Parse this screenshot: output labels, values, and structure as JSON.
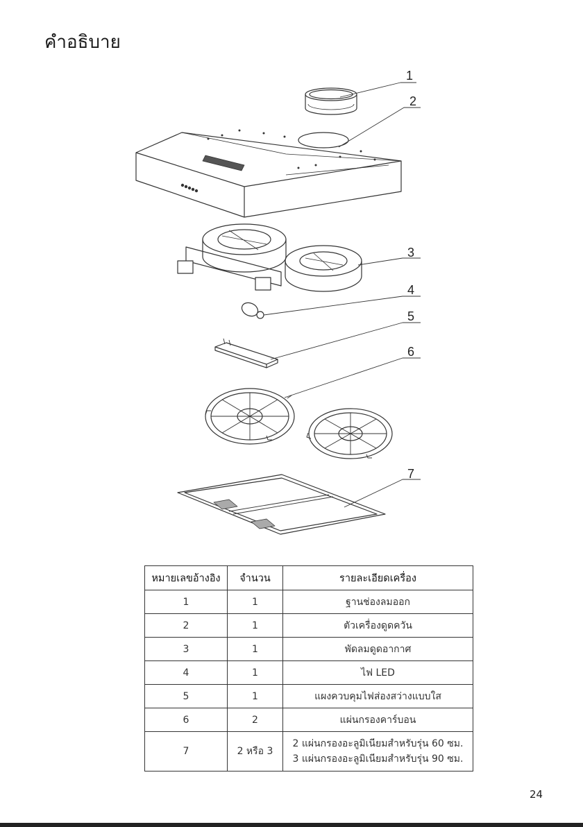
{
  "page": {
    "title": "คำอธิบาย",
    "page_number": "24"
  },
  "diagram": {
    "callouts": [
      "1",
      "2",
      "3",
      "4",
      "5",
      "6",
      "7"
    ]
  },
  "table": {
    "headers": {
      "ref": "หมายเลขอ้างอิง",
      "qty": "จำนวน",
      "desc": "รายละเอียดเครื่อง"
    },
    "rows": [
      {
        "ref": "1",
        "qty": "1",
        "desc": [
          "ฐานช่องลมออก"
        ]
      },
      {
        "ref": "2",
        "qty": "1",
        "desc": [
          "ตัวเครื่องดูดควัน"
        ]
      },
      {
        "ref": "3",
        "qty": "1",
        "desc": [
          "พัดลมดูดอากาศ"
        ]
      },
      {
        "ref": "4",
        "qty": "1",
        "desc": [
          "ไฟ LED"
        ]
      },
      {
        "ref": "5",
        "qty": "1",
        "desc": [
          "แผงควบคุมไฟส่องสว่างแบบใส"
        ]
      },
      {
        "ref": "6",
        "qty": "2",
        "desc": [
          "แผ่นกรองคาร์บอน"
        ]
      },
      {
        "ref": "7",
        "qty": "2 หรือ 3",
        "desc": [
          "2 แผ่นกรองอะลูมิเนียมสำหรับรุ่น 60 ซม.",
          "3 แผ่นกรองอะลูมิเนียมสำหรับรุ่น 90 ซม."
        ]
      }
    ]
  }
}
